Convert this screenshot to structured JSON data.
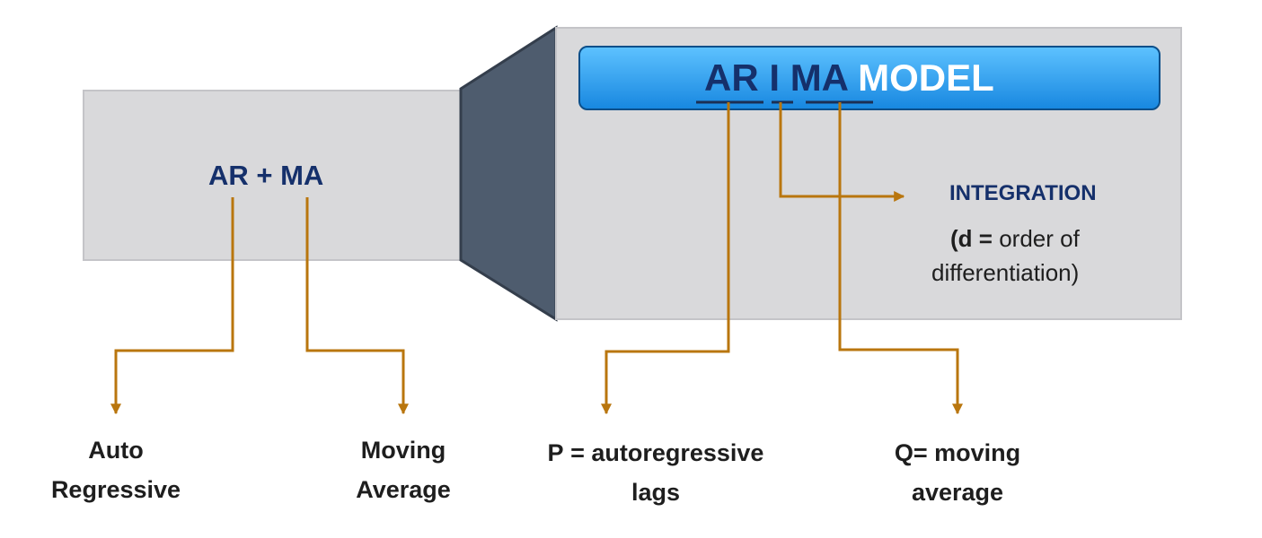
{
  "left_box": {
    "title": "AR + MA"
  },
  "model_bar": {
    "part_ar": "AR",
    "part_i": "I",
    "part_ma": "MA",
    "part_model": "MODEL"
  },
  "integration": {
    "heading": "INTEGRATION",
    "paren_open": "(",
    "symbol": "d =",
    "desc_line1": "order of",
    "desc_line2": "differentiation)"
  },
  "labels": {
    "auto": [
      "Auto",
      "Regressive"
    ],
    "moving": [
      "Moving",
      "Average"
    ],
    "p": {
      "symbol": "P",
      "rest": "= autoregressive",
      "line2": "lags"
    },
    "q": {
      "symbol": "Q",
      "rest": "= moving",
      "line2": "average"
    }
  },
  "colors": {
    "box_fill": "#d9d9db",
    "funnel": "#4e5c6e",
    "bar": "#1f9af0",
    "arrows": "#b9760e",
    "title_text": "#15306b"
  }
}
